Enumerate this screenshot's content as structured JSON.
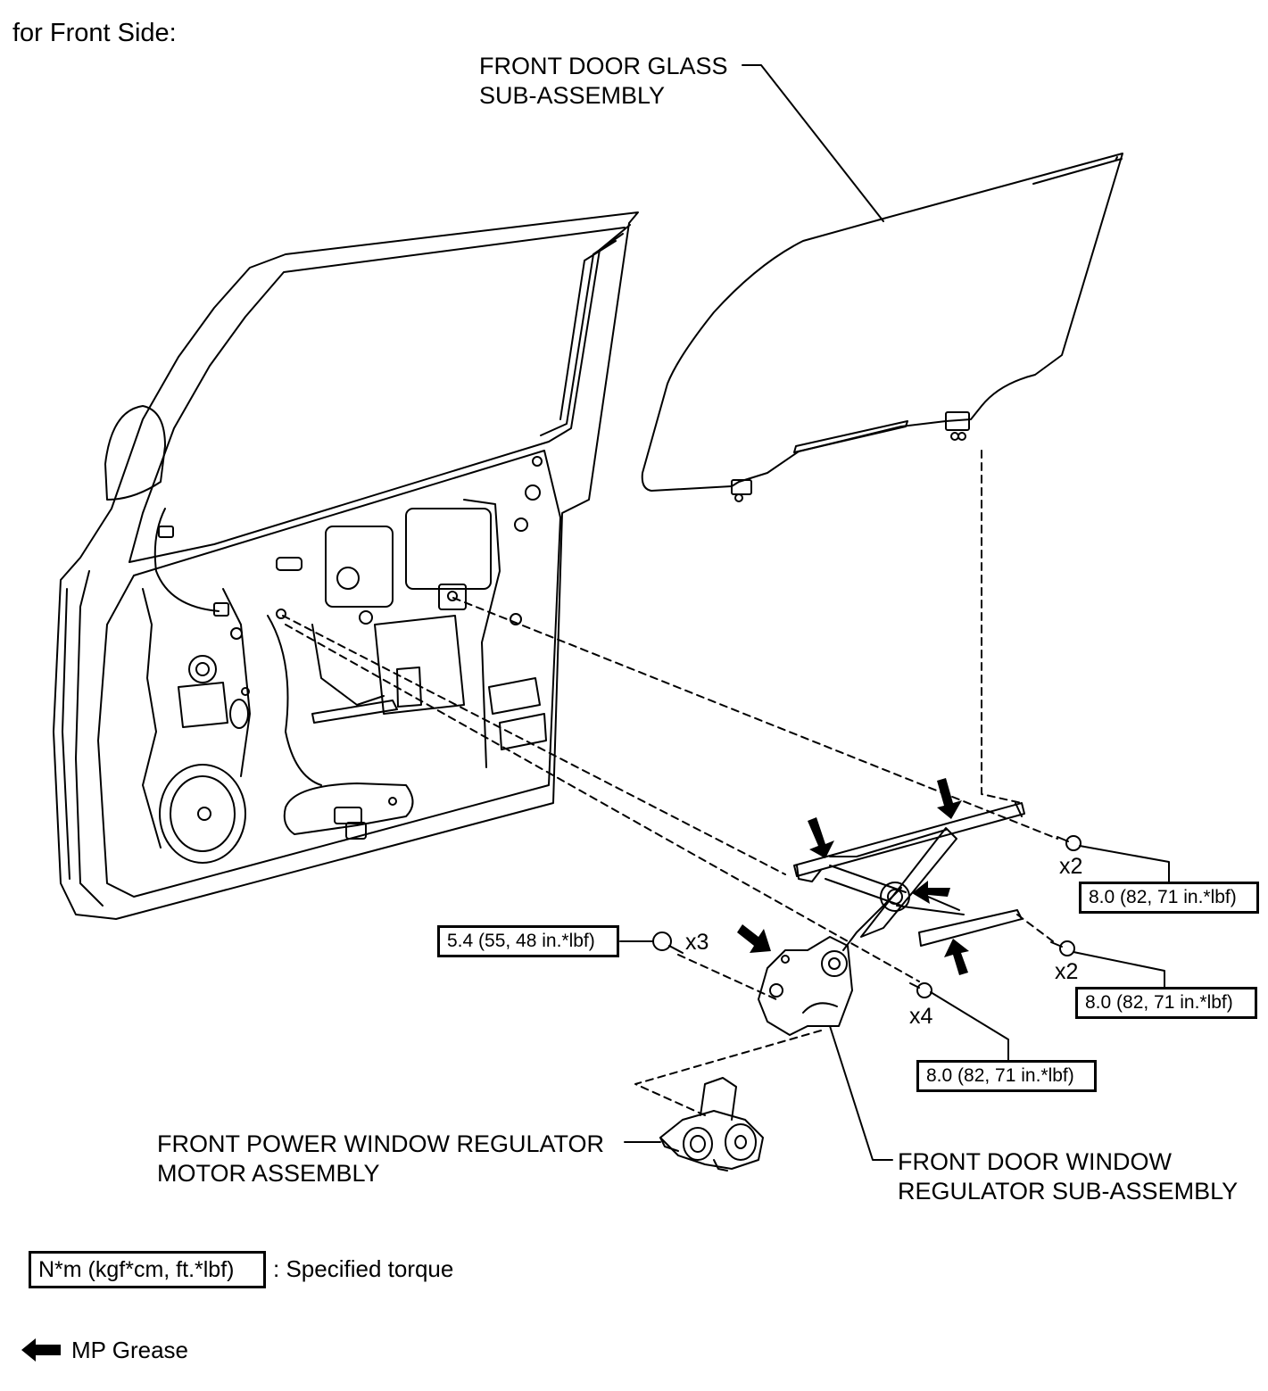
{
  "heading": "for Front Side:",
  "labels": {
    "glass_line1": "FRONT DOOR GLASS",
    "glass_line2": "SUB-ASSEMBLY",
    "motor_line1": "FRONT POWER WINDOW REGULATOR",
    "motor_line2": "MOTOR ASSEMBLY",
    "regulator_line1": "FRONT DOOR WINDOW",
    "regulator_line2": "REGULATOR SUB-ASSEMBLY"
  },
  "torque_specs": {
    "bolt_x3": "5.4 (55, 48 in.*lbf)",
    "bolt_top_x2": "8.0 (82, 71 in.*lbf)",
    "bolt_mid_x2": "8.0 (82, 71 in.*lbf)",
    "nut_x4": "8.0 (82, 71 in.*lbf)"
  },
  "quantities": {
    "bolt_x3": "x3",
    "bolt_top_x2": "x2",
    "bolt_mid_x2": "x2",
    "nut_x4": "x4"
  },
  "legend": {
    "torque_box": "N*m (kgf*cm, ft.*lbf)",
    "torque_text": ": Specified torque",
    "grease_text": "MP Grease"
  }
}
